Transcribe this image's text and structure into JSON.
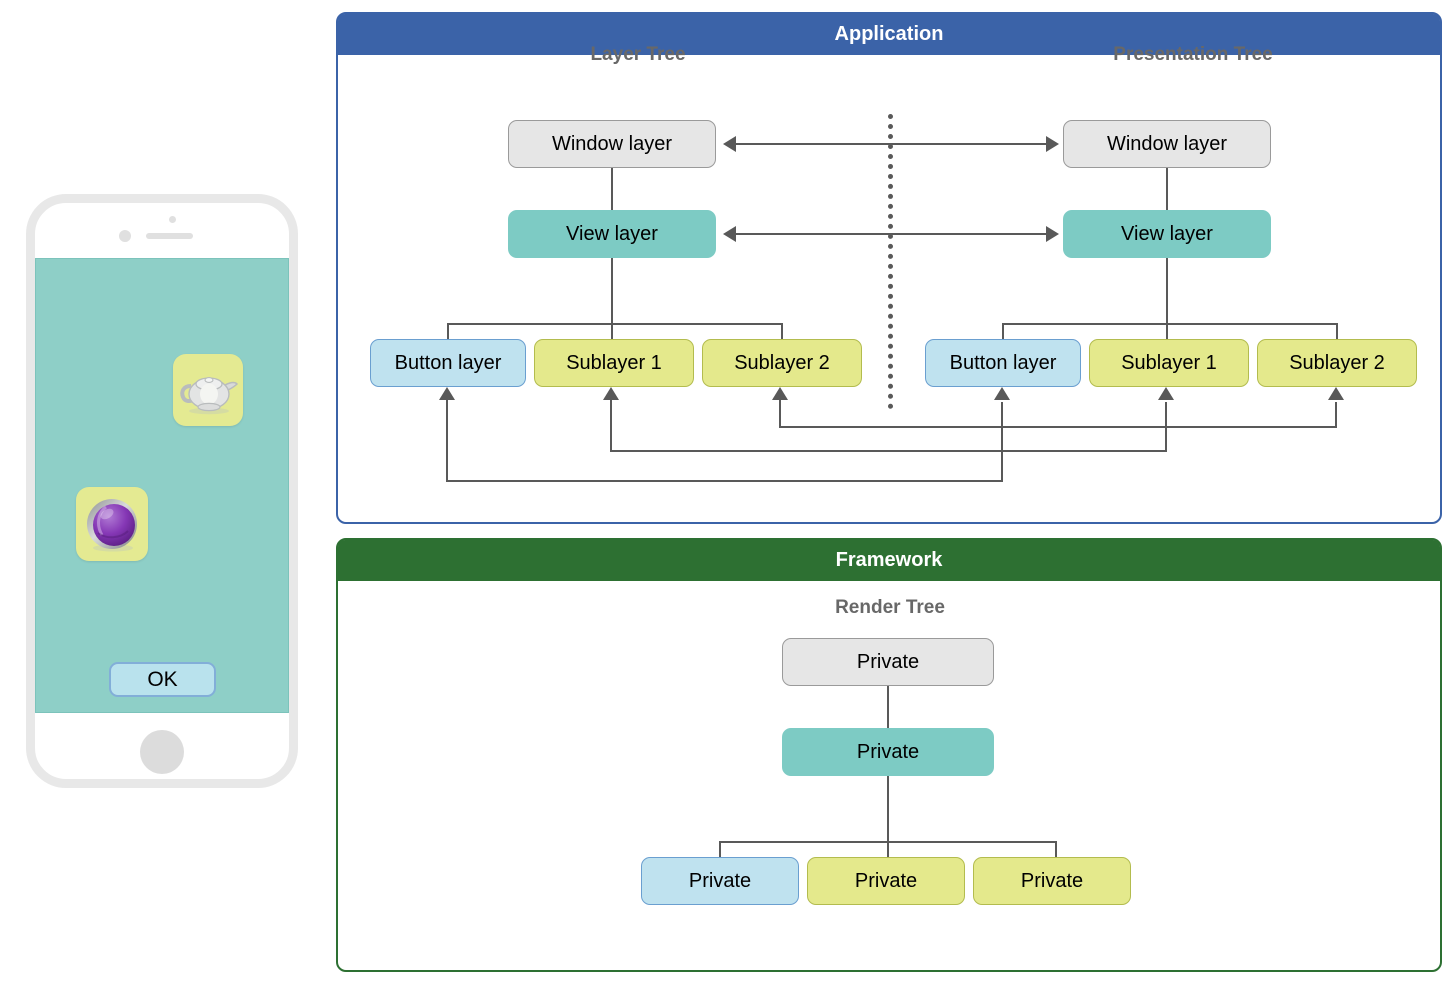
{
  "phone": {
    "name": "iphone-mockup",
    "screen_color": "#8ecfc7",
    "tile_color": "#e4ea92",
    "tiles": [
      {
        "icon": "teapot-icon",
        "label": ""
      },
      {
        "icon": "purple-sphere-icon",
        "label": ""
      }
    ],
    "ok_button_label": "OK"
  },
  "application": {
    "title": "Application",
    "header_color": "#3b63a8",
    "border_color": "#3b63a8",
    "layer_tree": {
      "title": "Layer Tree",
      "nodes": [
        {
          "label": "Window layer",
          "color": "gray"
        },
        {
          "label": "View layer",
          "color": "teal"
        },
        {
          "label": "Button layer",
          "color": "blue"
        },
        {
          "label": "Sublayer 1",
          "color": "olive"
        },
        {
          "label": "Sublayer 2",
          "color": "olive"
        }
      ]
    },
    "presentation_tree": {
      "title": "Presentation Tree",
      "nodes": [
        {
          "label": "Window layer",
          "color": "gray"
        },
        {
          "label": "View layer",
          "color": "teal"
        },
        {
          "label": "Button layer",
          "color": "blue"
        },
        {
          "label": "Sublayer 1",
          "color": "olive"
        },
        {
          "label": "Sublayer 2",
          "color": "olive"
        }
      ]
    }
  },
  "framework": {
    "title": "Framework",
    "header_color": "#2d7032",
    "border_color": "#2d7032",
    "render_tree": {
      "title": "Render Tree",
      "nodes": [
        {
          "label": "Private",
          "color": "gray"
        },
        {
          "label": "Private",
          "color": "teal"
        },
        {
          "label": "Private",
          "color": "blue"
        },
        {
          "label": "Private",
          "color": "olive"
        },
        {
          "label": "Private",
          "color": "olive"
        }
      ]
    }
  },
  "colors": {
    "connector": "#595959",
    "gray_node": "#e6e6e6",
    "teal_node": "#7dcbc4",
    "blue_node": "#bfe2ef",
    "olive_node": "#e4e98c",
    "title_text": "#686868"
  }
}
